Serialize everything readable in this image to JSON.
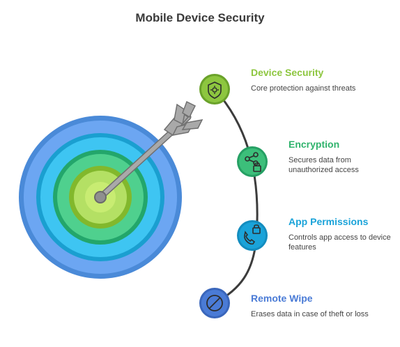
{
  "title": "Mobile Device Security",
  "items": [
    {
      "title": "Device Security",
      "description": "Core protection against threats",
      "color": "#8dc63f",
      "icon": "shield-gear-icon"
    },
    {
      "title": "Encryption",
      "description": "Secures data from unauthorized access",
      "color": "#3cbf7a",
      "icon": "share-lock-icon"
    },
    {
      "title": "App Permissions",
      "description": "Controls app access to device features",
      "color": "#1aa3d9",
      "icon": "phone-lock-icon"
    },
    {
      "title": "Remote Wipe",
      "description": "Erases data in case of theft or loss",
      "color": "#4a7bd6",
      "icon": "prohibited-icon"
    }
  ]
}
